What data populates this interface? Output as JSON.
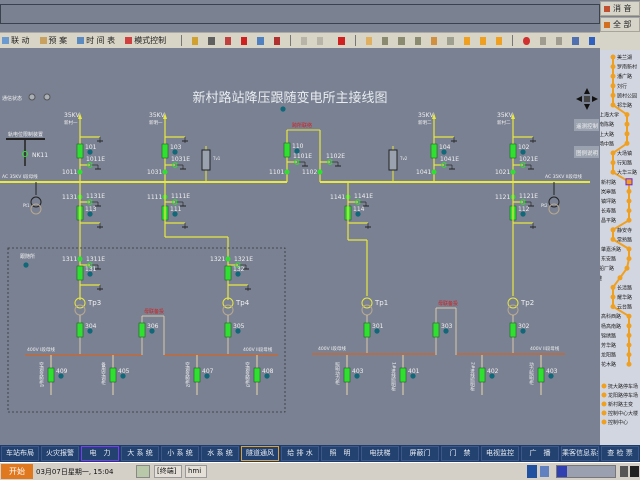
{
  "header": {
    "mute_label": "消 音",
    "all_label": "全 部"
  },
  "toolbar": {
    "items": [
      "联  动",
      "预  案",
      "时 间 表",
      "模式控制"
    ]
  },
  "diagram": {
    "title": "新村路站降压跟随变电所主接线图",
    "comm_status_label": "通信状态",
    "nk_device_label": "轨电位限制装置",
    "nk_name": "NK11",
    "bus_35kv_1": "AC 35KV I段母线",
    "bus_35kv_2": "AC 35KV II段母线",
    "bus_400v_1": "400V I段母线",
    "bus_400v_2": "400V II段母线",
    "remote_button": "遥测控制",
    "legend_button": "图例说明",
    "coupler_label": "跨所联络",
    "bustie_label": "母联备投",
    "group_label": "跟随所",
    "pt_labels": [
      "Pt1",
      "Pt2"
    ],
    "tv_labels": [
      "Tv1",
      "Tv2"
    ],
    "feeders_in": [
      {
        "voltage": "35KV",
        "name": "新村一",
        "breaker": "101",
        "earth": "1011E",
        "iso": "1011"
      },
      {
        "voltage": "35KV",
        "name": "新明一",
        "breaker": "103",
        "earth": "1031E",
        "iso": "1031"
      },
      {
        "voltage": "35KV",
        "name": "新明二",
        "breaker": "104",
        "earth": "1041E",
        "iso": "1041"
      },
      {
        "voltage": "35KV",
        "name": "新村二",
        "breaker": "102",
        "earth": "1021E",
        "iso": "1021"
      }
    ],
    "coupler": {
      "breaker": "110",
      "earth1": "1101E",
      "iso1": "1101",
      "earth2": "1102E",
      "iso2": "1102"
    },
    "feeders_out": [
      {
        "iso": "1131",
        "earth": "1131E",
        "breaker": "113"
      },
      {
        "iso": "1111",
        "earth": "1111E",
        "breaker": "111"
      },
      {
        "iso": "1141",
        "earth": "1141E",
        "breaker": "114"
      },
      {
        "iso": "1121",
        "earth": "1121E",
        "breaker": "112"
      }
    ],
    "transformers": [
      {
        "iso": "1311",
        "earth": "1311E",
        "breaker": "131",
        "name": "Tp3",
        "lv_breaker": "304"
      },
      {
        "iso": "1321",
        "earth": "1321E",
        "breaker": "132",
        "name": "Tp4",
        "lv_breaker": "305"
      },
      {
        "name": "Tp1",
        "lv_breaker": "301"
      },
      {
        "name": "Tp2",
        "lv_breaker": "302"
      }
    ],
    "bus_ties": [
      "306",
      "303"
    ],
    "loads": [
      {
        "breaker": "409",
        "name": "空调变频柜1"
      },
      {
        "breaker": "405",
        "name": "备用空调柜"
      },
      {
        "breaker": "407",
        "name": "空调变频柜2"
      },
      {
        "breaker": "408",
        "name": "空调变频柜3"
      },
      {
        "breaker": "403",
        "name": "照明动力柜"
      },
      {
        "breaker": "401",
        "name": "1#进线照明柜"
      },
      {
        "breaker": "402",
        "name": "2#进线照明柜"
      },
      {
        "breaker": "403",
        "name": "动力照明柜"
      }
    ]
  },
  "metro": {
    "stations": [
      "美兰湖",
      "罗南新村",
      "潘广路",
      "刘行",
      "顾村公园",
      "祁华路",
      "上海大学",
      "南陈路",
      "上大路",
      "场中路",
      "大场镇",
      "行知路",
      "大华三路",
      "新村路",
      "岚皋路",
      "镇坪路",
      "长寿路",
      "昌平路",
      "静安寺",
      "常熟路",
      "肇嘉浜路",
      "东安路",
      "船厂路",
      "后滩",
      "长清路",
      "耀华路",
      "云台路",
      "高科西路",
      "杨高南路",
      "锦绣路",
      "芳华路",
      "龙阳路",
      "花木路"
    ],
    "current": "新村路",
    "legend": [
      "抚大路停车场",
      "龙阳路停车场",
      "新村路主变",
      "控制中心大楼",
      "控制中心"
    ],
    "line_color": "#f0a020"
  },
  "nav": {
    "items": [
      "车站布局",
      "火灾报警",
      "电　力",
      "大 系 统",
      "小 系 统",
      "水 系 统",
      "隧道通风",
      "给 排 水",
      "照　明",
      "电扶梯",
      "屏蔽门",
      "门　禁",
      "电视监控",
      "广　播",
      "乘客信息系统",
      "查 检 票"
    ]
  },
  "taskbar": {
    "start": "开始",
    "datetime": "03月07日星期一, 15:04",
    "task1": "[终端]",
    "task2": "hmi"
  },
  "colors": {
    "bus35": "#e8e840",
    "bus400": "#b07050",
    "breaker": "#30e030",
    "badge": "#106878",
    "alarm": "#d02020"
  }
}
